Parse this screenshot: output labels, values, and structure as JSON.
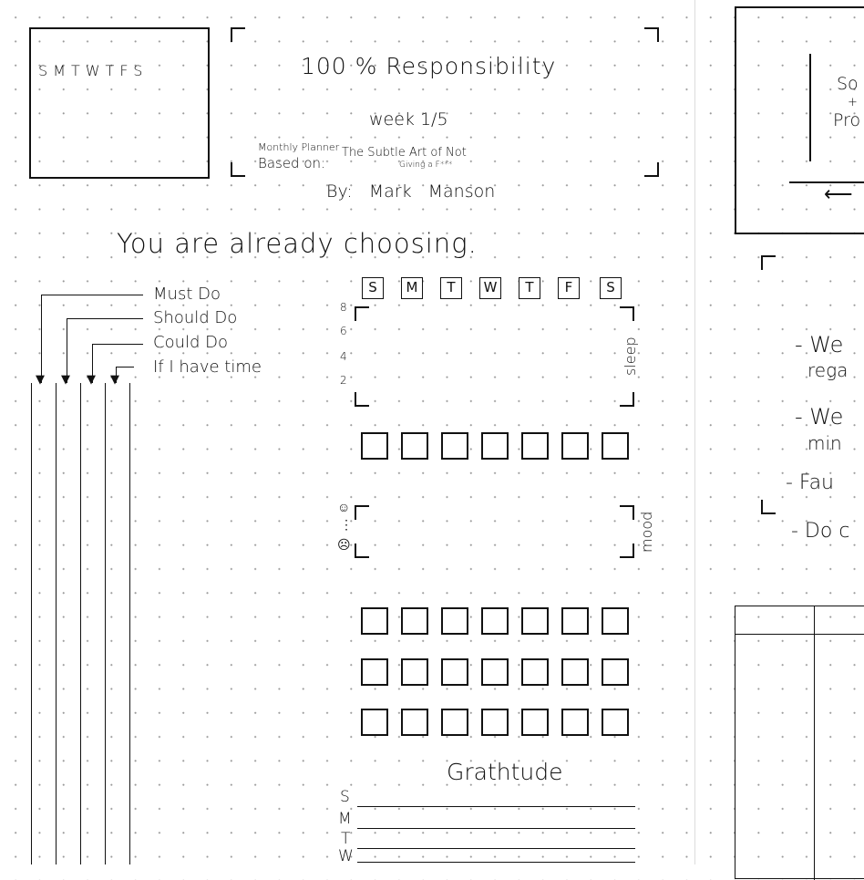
{
  "left_page": {
    "calendar_box": {
      "weekdays": "SMTWTFS"
    },
    "header": {
      "title": "100 % Responsibility",
      "week": "week 1/5",
      "planner_label": "Monthly Planner",
      "based_on_label": "Based on:",
      "book_line1": "The Subtle Art of Not",
      "book_line2": "Giving a F***",
      "author": "By: Mark Manson"
    },
    "quote": "You are already choosing.",
    "priorities": [
      "Must Do",
      "Should Do",
      "Could Do",
      "If I have time"
    ],
    "sleep_tracker": {
      "days": [
        "S",
        "M",
        "T",
        "W",
        "T",
        "F",
        "S"
      ],
      "y_ticks": [
        "8",
        "6",
        "4",
        "2"
      ],
      "label": "sleep"
    },
    "mood_tracker": {
      "faces": [
        "☺",
        "⋮",
        "☹"
      ],
      "label": "mood"
    },
    "gratitude": {
      "title": "Grathtude",
      "days": [
        "S",
        "M",
        "T",
        "W"
      ]
    }
  },
  "right_page": {
    "box_text": {
      "line1": "So",
      "line2": "+",
      "line3": "Pro"
    },
    "bullets": [
      {
        "line1": "- We",
        "line2": "rega"
      },
      {
        "line1": "- We",
        "line2": "min"
      },
      {
        "line1": "- Fau"
      },
      {
        "line1": "- Do c"
      }
    ]
  }
}
